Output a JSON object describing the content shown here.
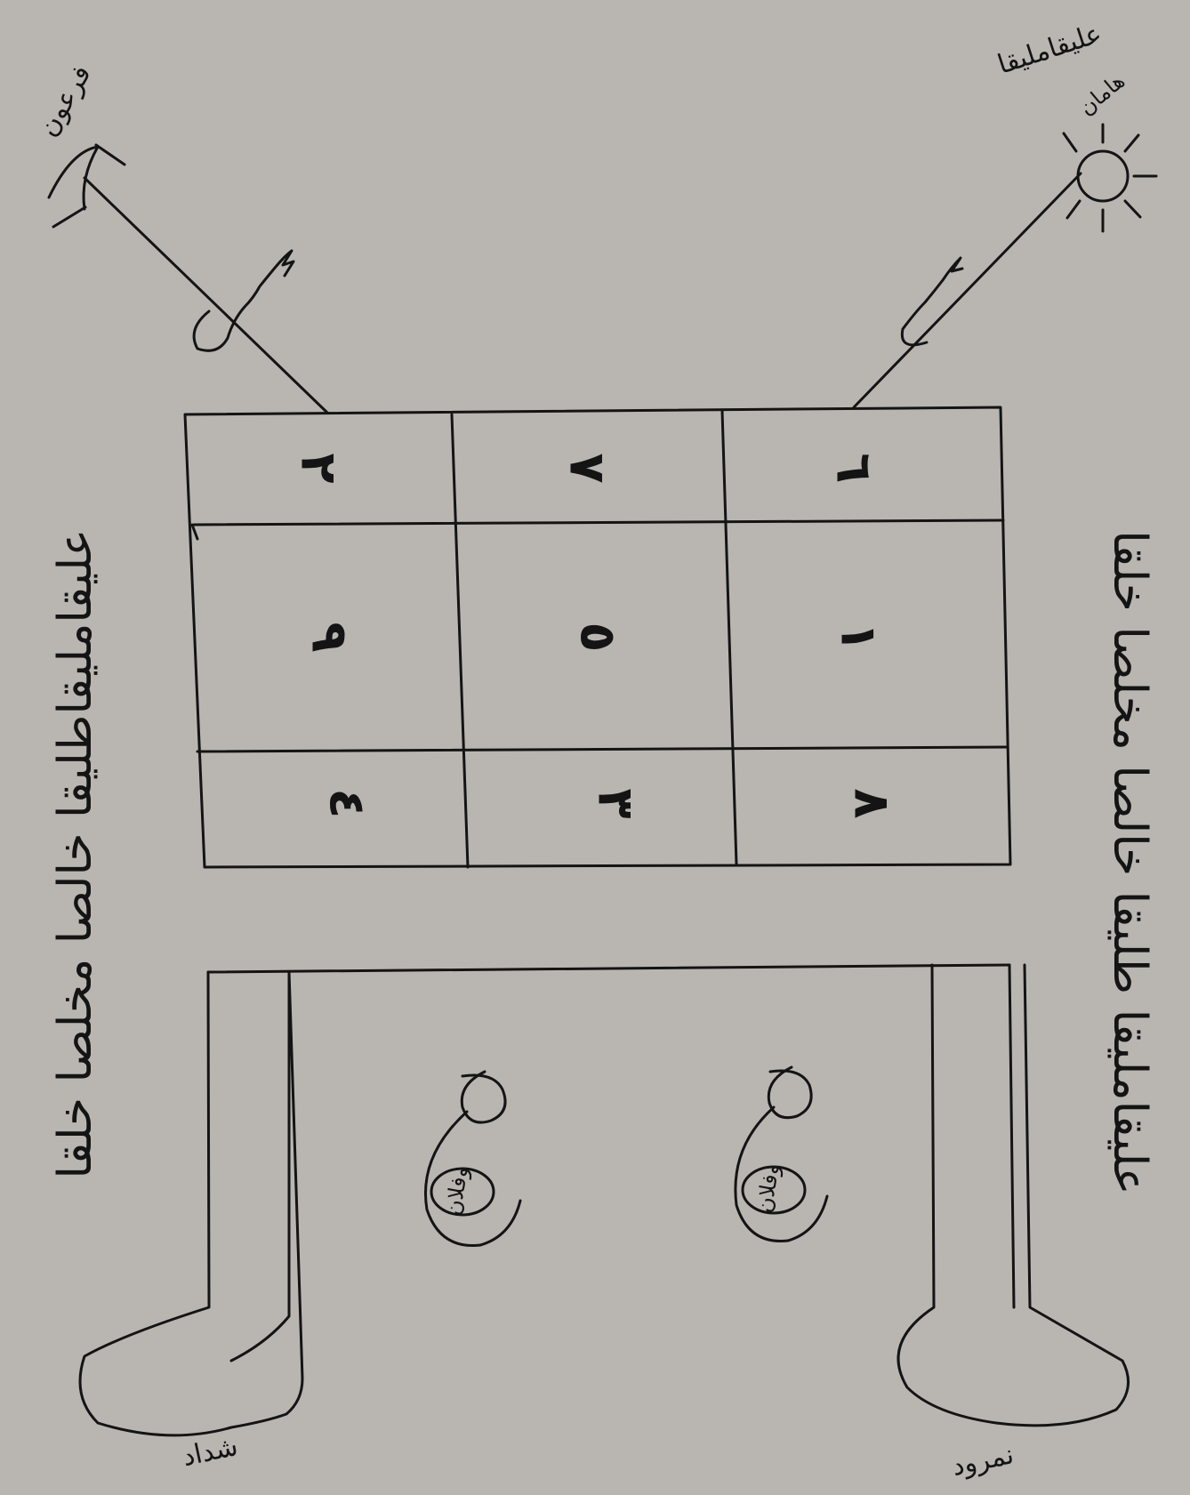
{
  "figures": {
    "top_left_name": "فرعون",
    "top_right_name_line1": "عليقامليقا",
    "top_right_name_line2": "هامان",
    "foot_left_name": "شداد",
    "foot_right_name": "نمرود",
    "inner_left_label": "وفلان",
    "inner_right_label": "وفلان"
  },
  "side_text": {
    "left": "عليقامليقاطليقا خالصا مخلصا خلقا",
    "right": "عليقامليقا طليقا خالصا مخلصا خلقا"
  },
  "magic_square": {
    "rows": [
      [
        "٢",
        "٧",
        "٦"
      ],
      [
        "٩",
        "٥",
        "١"
      ],
      [
        "٤",
        "٣",
        "٨"
      ]
    ]
  },
  "colors": {
    "paper": "#b9b6b2",
    "ink": "#141414"
  }
}
